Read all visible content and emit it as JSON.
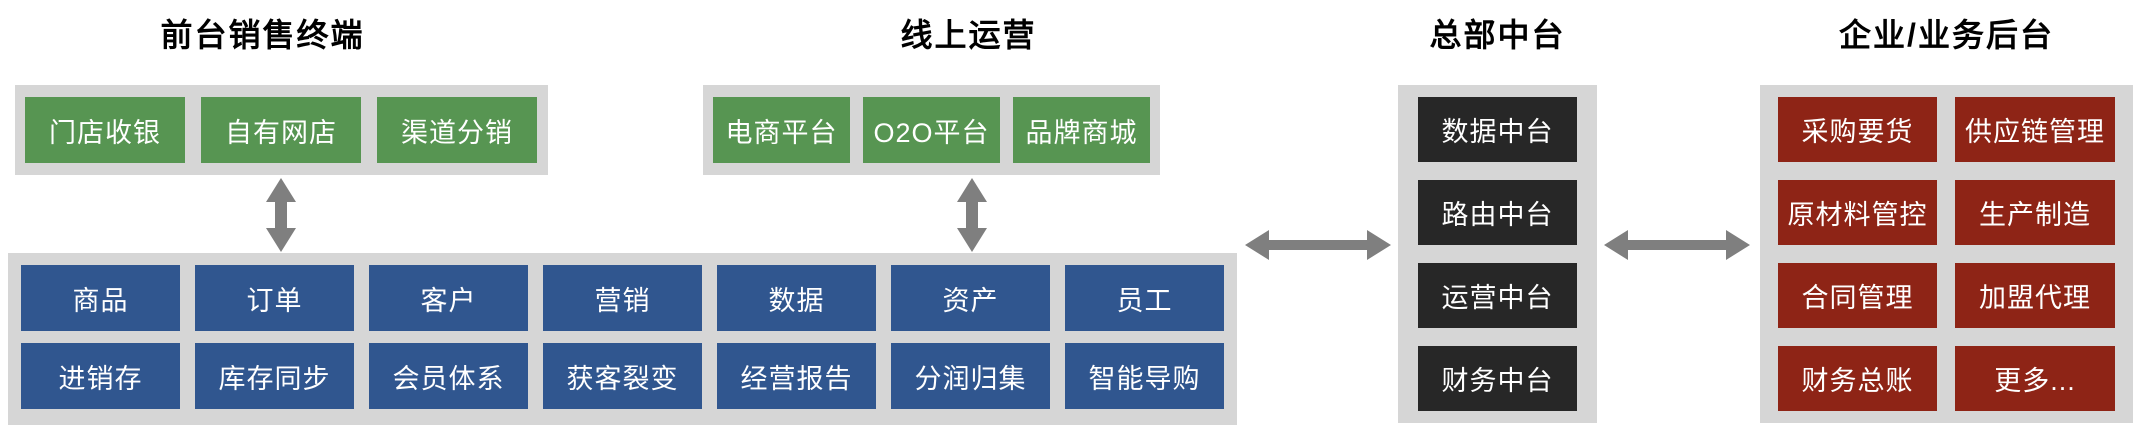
{
  "sections": {
    "front_terminal": {
      "title": "前台销售终端",
      "items": [
        "门店收银",
        "自有网店",
        "渠道分销"
      ]
    },
    "online_ops": {
      "title": "线上运营",
      "items": [
        "电商平台",
        "O2O平台",
        "品牌商城"
      ]
    },
    "hq_middle": {
      "title": "总部中台",
      "items": [
        "数据中台",
        "路由中台",
        "运营中台",
        "财务中台"
      ]
    },
    "enterprise_backend": {
      "title": "企业/业务后台",
      "items": [
        "采购要货",
        "供应链管理",
        "原材料管控",
        "生产制造",
        "合同管理",
        "加盟代理",
        "财务总账",
        "更多..."
      ]
    }
  },
  "middle_platform": {
    "row1": [
      "商品",
      "订单",
      "客户",
      "营销",
      "数据",
      "资产",
      "员工"
    ],
    "row2": [
      "进销存",
      "库存同步",
      "会员体系",
      "获客裂变",
      "经营报告",
      "分润归集",
      "智能导购"
    ]
  },
  "colors": {
    "green_box": "#579552",
    "blue_box": "#30568F",
    "dark_box": "#272727",
    "red_box": "#8E2416",
    "container_gray": "#D6D6D6",
    "arrow_gray": "#7F7F7F",
    "title_text": "#000000",
    "box_text": "#FFFFFF"
  }
}
